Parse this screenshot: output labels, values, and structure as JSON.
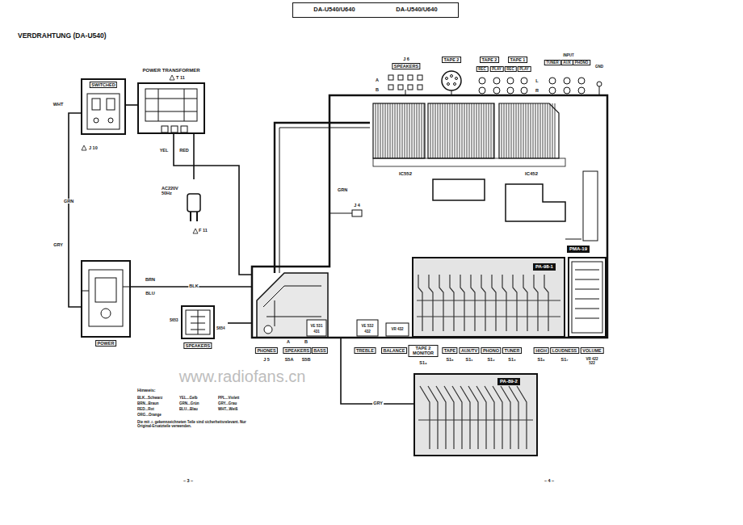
{
  "diagram": {
    "nodes": [
      {
        "text": [
          "DA-U540/U640",
          "DA-U540/U640"
        ]
      },
      {
        "text": [
          "SWITCHED"
        ]
      },
      {
        "text": [
          "POWER TRANSFORMER",
          "T 11"
        ]
      },
      {
        "text": [
          "AC220V 50Hz",
          "F 11"
        ]
      },
      {
        "text": [
          "POWER"
        ]
      },
      {
        "text": [
          "SPEAKERS",
          "S653",
          "S654"
        ]
      },
      {
        "text": [
          "PMA-19"
        ]
      },
      {
        "text": [
          "IC552"
        ],
        "in": 6
      },
      {
        "text": [
          "IC452"
        ],
        "in": 6
      },
      {
        "text": [
          "PA-98-1"
        ],
        "in": 6
      },
      {
        "text": [
          "VOLUME",
          "VR 422 522"
        ],
        "in": 6
      },
      {
        "text": [
          "PA-89-2"
        ]
      },
      {
        "text": [
          "J 6",
          "SPEAKERS"
        ]
      },
      {
        "text": [
          "TAPE 2"
        ]
      },
      {
        "text": [
          "TAPE 2",
          "TAPE 1",
          "REC",
          "PLAY",
          "REC",
          "PLAY"
        ]
      },
      {
        "text": [
          "INPUT",
          "TUNER",
          "AUX",
          "PHONO",
          "GND"
        ]
      }
    ],
    "edges": [
      {
        "from": 1,
        "to": 2,
        "arrow": "none"
      },
      {
        "from": 2,
        "to": 3,
        "arrow": "none"
      },
      {
        "from": 1,
        "to": 4,
        "label": "GRN",
        "arrow": "none"
      },
      {
        "from": 2,
        "to": 6,
        "arrow": "none"
      },
      {
        "from": 4,
        "to": 6,
        "label": "BLK",
        "arrow": "none"
      },
      {
        "from": 5,
        "to": 6,
        "arrow": "none"
      },
      {
        "from": 6,
        "to": 11,
        "label": "GRY",
        "arrow": "none"
      }
    ],
    "labels": [
      "VERDRAHTUNG (DA-U540)",
      "J 10",
      "WHT",
      "GRY",
      "BRN",
      "BLU",
      "YEL",
      "RED",
      "GRN",
      "J 4",
      "A",
      "B",
      "L",
      "R",
      "A",
      "B",
      "PHONES",
      "J 5",
      "SPEAKERS",
      "S5A",
      "S5B",
      "VE 531",
      "431",
      "BASS",
      "VE 532",
      "432",
      "TREBLE",
      "VR 432",
      "BALANCE",
      "TAPE 2 MONITOR",
      "S1₄",
      "TAPE",
      "S1₅",
      "AUX/TV",
      "S1₁",
      "PHONO",
      "S1₂",
      "TUNER",
      "S1₃",
      "HIGH",
      "S1₆",
      "LOUDNESS",
      "S1₇",
      "Hinweis:",
      "BLK...Schwarz",
      "BRN...Braun",
      "RED...Rot",
      "ORG...Orange",
      "YEL...Gelb",
      "GRN...Grün",
      "BLU...Blau",
      "PPL...Violett",
      "GRY...Grau",
      "WHT...Weiß",
      "Die mit ⚠ gekennzeichneten Teile sind sicherheitsrelevant. Nur Original-Ersatzteile verwenden.",
      "– 3 –",
      "– 4 –",
      "www.radiofans.cn"
    ]
  }
}
